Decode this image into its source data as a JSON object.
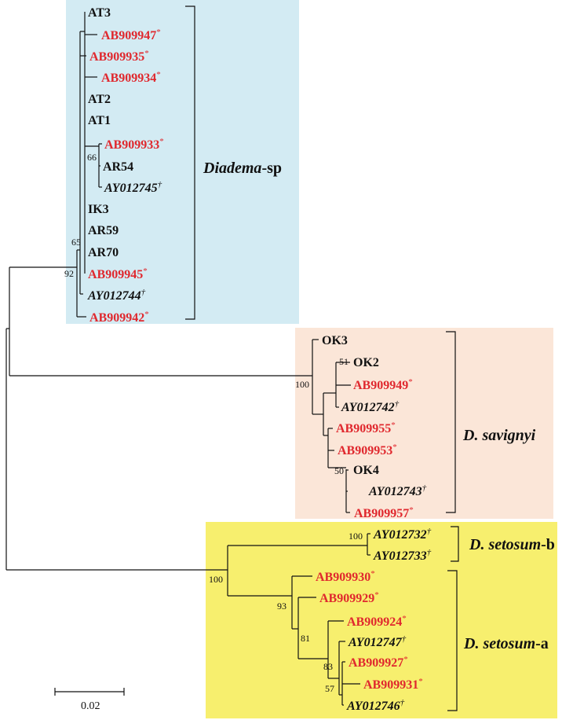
{
  "colors": {
    "diadema_box": "#d3ebf3",
    "savignyi_box": "#fbe6d8",
    "setosum_box": "#f7ef6e",
    "genbank_red": "#e0282e",
    "line": "#111111"
  },
  "clades": {
    "diadema_sp": {
      "italic": "Diadema",
      "suffix": "-sp"
    },
    "savignyi": {
      "label": "D. savignyi"
    },
    "setosum_b": {
      "italic": "D. setosum",
      "suffix": "-b"
    },
    "setosum_a": {
      "italic": "D. setosum",
      "suffix": "-a"
    }
  },
  "tips": {
    "AT3": {
      "label": "AT3",
      "mark": ""
    },
    "AB909947": {
      "label": "AB909947",
      "mark": "*"
    },
    "AB909935": {
      "label": "AB909935",
      "mark": "*"
    },
    "AB909934": {
      "label": "AB909934",
      "mark": "*"
    },
    "AT2": {
      "label": "AT2",
      "mark": ""
    },
    "AT1": {
      "label": "AT1",
      "mark": ""
    },
    "AB909933": {
      "label": "AB909933",
      "mark": "*"
    },
    "AR54": {
      "label": "AR54",
      "mark": ""
    },
    "AY012745": {
      "label": "AY012745",
      "mark": "†"
    },
    "IK3": {
      "label": "IK3",
      "mark": ""
    },
    "AR59": {
      "label": "AR59",
      "mark": ""
    },
    "AR70": {
      "label": "AR70",
      "mark": ""
    },
    "AB909945": {
      "label": "AB909945",
      "mark": "*"
    },
    "AY012744": {
      "label": "AY012744",
      "mark": "†"
    },
    "AB909942": {
      "label": "AB909942",
      "mark": "*"
    },
    "OK3": {
      "label": "OK3",
      "mark": ""
    },
    "OK2": {
      "label": "OK2",
      "mark": ""
    },
    "AB909949": {
      "label": "AB909949",
      "mark": "*"
    },
    "AY012742": {
      "label": "AY012742",
      "mark": "†"
    },
    "AB909955": {
      "label": "AB909955",
      "mark": "*"
    },
    "AB909953": {
      "label": "AB909953",
      "mark": "*"
    },
    "OK4": {
      "label": "OK4",
      "mark": ""
    },
    "AY012743": {
      "label": "AY012743",
      "mark": "†"
    },
    "AB909957": {
      "label": "AB909957",
      "mark": "*"
    },
    "AY012732": {
      "label": "AY012732",
      "mark": "†"
    },
    "AY012733": {
      "label": "AY012733",
      "mark": "†"
    },
    "AB909930": {
      "label": "AB909930",
      "mark": "*"
    },
    "AB909929": {
      "label": "AB909929",
      "mark": "*"
    },
    "AB909924": {
      "label": "AB909924",
      "mark": "*"
    },
    "AY012747": {
      "label": "AY012747",
      "mark": "†"
    },
    "AB909927": {
      "label": "AB909927",
      "mark": "*"
    },
    "AB909931": {
      "label": "AB909931",
      "mark": "*"
    },
    "AY012746": {
      "label": "AY012746",
      "mark": "†"
    }
  },
  "bootstrap": {
    "b66": "66",
    "b65": "65",
    "b92": "92",
    "b100_savignyi": "100",
    "b51": "51",
    "b50": "50",
    "b100_setosum_b": "100",
    "b100_setosum": "100",
    "b93": "93",
    "b81": "81",
    "b83": "83",
    "b57": "57"
  },
  "scale_bar": {
    "label": "0.02"
  }
}
